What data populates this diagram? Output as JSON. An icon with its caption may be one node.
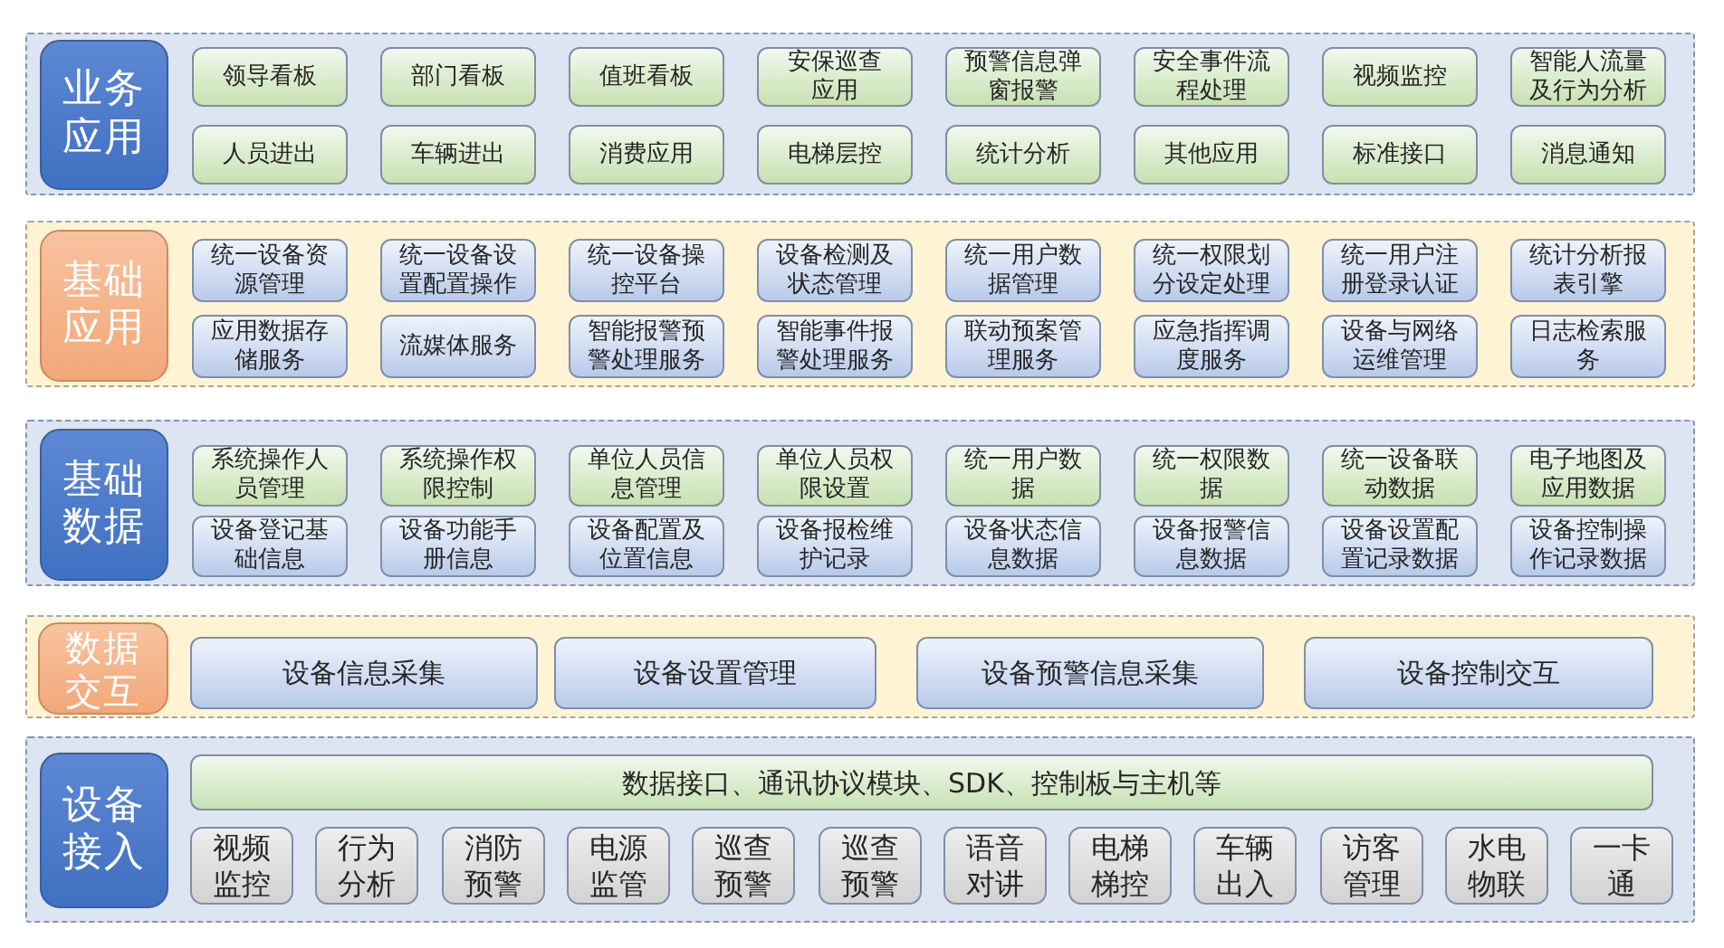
{
  "diagram": {
    "nodes": [
      {
        "text": [],
        "shape": "box"
      },
      {
        "text": [
          "业务应用"
        ],
        "in": 0
      },
      {
        "text": [
          "领导看板"
        ],
        "in": 0
      },
      {
        "text": [
          "部门看板"
        ],
        "in": 0
      },
      {
        "text": [
          "值班看板"
        ],
        "in": 0
      },
      {
        "text": [
          "安保巡查应用"
        ],
        "in": 0
      },
      {
        "text": [
          "预警信息弹窗报警"
        ],
        "in": 0
      },
      {
        "text": [
          "安全事件流程处理"
        ],
        "in": 0
      },
      {
        "text": [
          "视频监控"
        ],
        "in": 0
      },
      {
        "text": [
          "智能人流量及行为分析"
        ],
        "in": 0
      },
      {
        "text": [
          "人员进出"
        ],
        "in": 0
      },
      {
        "text": [
          "车辆进出"
        ],
        "in": 0
      },
      {
        "text": [
          "消费应用"
        ],
        "in": 0
      },
      {
        "text": [
          "电梯层控"
        ],
        "in": 0
      },
      {
        "text": [
          "统计分析"
        ],
        "in": 0
      },
      {
        "text": [
          "其他应用"
        ],
        "in": 0
      },
      {
        "text": [
          "标准接口"
        ],
        "in": 0
      },
      {
        "text": [
          "消息通知"
        ],
        "in": 0
      },
      {
        "text": [],
        "shape": "box"
      },
      {
        "text": [
          "基础应用"
        ],
        "in": 18
      },
      {
        "text": [
          "统一设备资源管理"
        ],
        "in": 18
      },
      {
        "text": [
          "统一设备设置配置操作"
        ],
        "in": 18
      },
      {
        "text": [
          "统一设备操控平台"
        ],
        "in": 18
      },
      {
        "text": [
          "设备检测及状态管理"
        ],
        "in": 18
      },
      {
        "text": [
          "统一用户数据管理"
        ],
        "in": 18
      },
      {
        "text": [
          "统一权限划分设定处理"
        ],
        "in": 18
      },
      {
        "text": [
          "统一用户注册登录认证"
        ],
        "in": 18
      },
      {
        "text": [
          "统计分析报表引擎"
        ],
        "in": 18
      },
      {
        "text": [
          "应用数据存储服务"
        ],
        "in": 18
      },
      {
        "text": [
          "流媒体服务"
        ],
        "in": 18
      },
      {
        "text": [
          "智能报警预警处理服务"
        ],
        "in": 18
      },
      {
        "text": [
          "智能事件报警处理服务"
        ],
        "in": 18
      },
      {
        "text": [
          "联动预案管理服务"
        ],
        "in": 18
      },
      {
        "text": [
          "应急指挥调度服务"
        ],
        "in": 18
      },
      {
        "text": [
          "设备与网络运维管理"
        ],
        "in": 18
      },
      {
        "text": [
          "日志检索服务"
        ],
        "in": 18
      },
      {
        "text": [],
        "shape": "box"
      },
      {
        "text": [
          "基础数据"
        ],
        "in": 36
      },
      {
        "text": [
          "系统操作人员管理"
        ],
        "in": 36
      },
      {
        "text": [
          "系统操作权限控制"
        ],
        "in": 36
      },
      {
        "text": [
          "单位人员信息管理"
        ],
        "in": 36
      },
      {
        "text": [
          "单位人员权限设置"
        ],
        "in": 36
      },
      {
        "text": [
          "统一用户数据"
        ],
        "in": 36
      },
      {
        "text": [
          "统一权限数据"
        ],
        "in": 36
      },
      {
        "text": [
          "统一设备联动数据"
        ],
        "in": 36
      },
      {
        "text": [
          "电子地图及应用数据"
        ],
        "in": 36
      },
      {
        "text": [
          "设备登记基础信息"
        ],
        "in": 36
      },
      {
        "text": [
          "设备功能手册信息"
        ],
        "in": 36
      },
      {
        "text": [
          "设备配置及位置信息"
        ],
        "in": 36
      },
      {
        "text": [
          "设备报检维护记录"
        ],
        "in": 36
      },
      {
        "text": [
          "设备状态信息数据"
        ],
        "in": 36
      },
      {
        "text": [
          "设备报警信息数据"
        ],
        "in": 36
      },
      {
        "text": [
          "设备设置配置记录数据"
        ],
        "in": 36
      },
      {
        "text": [
          "设备控制操作记录数据"
        ],
        "in": 36
      },
      {
        "text": [],
        "shape": "box"
      },
      {
        "text": [
          "数据交互"
        ],
        "in": 54
      },
      {
        "text": [
          "设备信息采集"
        ],
        "in": 54
      },
      {
        "text": [
          "设备设置管理"
        ],
        "in": 54
      },
      {
        "text": [
          "设备预警信息采集"
        ],
        "in": 54
      },
      {
        "text": [
          "设备控制交互"
        ],
        "in": 54
      },
      {
        "text": [],
        "shape": "box"
      },
      {
        "text": [
          "设备接入"
        ],
        "in": 60
      },
      {
        "text": [
          "数据接口、通讯协议模块、SDK、控制板与主机等"
        ],
        "in": 60
      },
      {
        "text": [
          "视频监控"
        ],
        "in": 60
      },
      {
        "text": [
          "行为分析"
        ],
        "in": 60
      },
      {
        "text": [
          "消防预警"
        ],
        "in": 60
      },
      {
        "text": [
          "电源监管"
        ],
        "in": 60
      },
      {
        "text": [
          "巡查预警"
        ],
        "in": 60
      },
      {
        "text": [
          "巡查预警"
        ],
        "in": 60
      },
      {
        "text": [
          "语音对讲"
        ],
        "in": 60
      },
      {
        "text": [
          "电梯梯控"
        ],
        "in": 60
      },
      {
        "text": [
          "车辆出入"
        ],
        "in": 60
      },
      {
        "text": [
          "访客管理"
        ],
        "in": 60
      },
      {
        "text": [
          "水电物联"
        ],
        "in": 60
      },
      {
        "text": [
          "一卡通"
        ],
        "in": 60
      }
    ]
  }
}
